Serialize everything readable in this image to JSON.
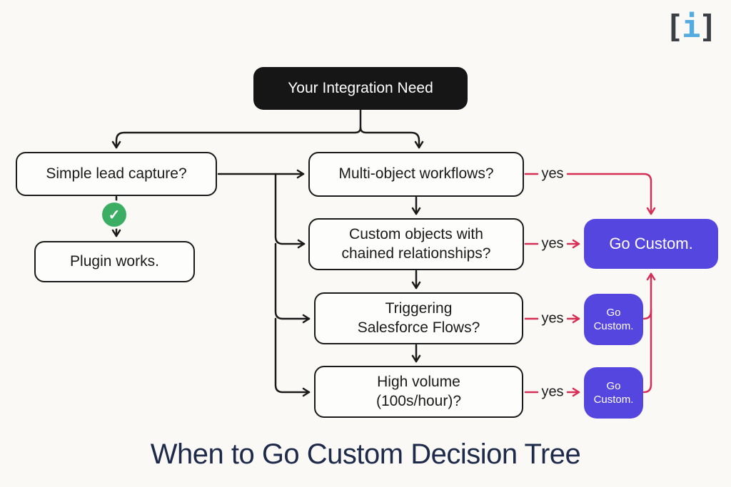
{
  "meta": {
    "title": "When to Go Custom Decision Tree",
    "background_color": "#faf9f5",
    "title_color": "#1e2a49"
  },
  "logo": {
    "bracket_open": "[",
    "letter": "i",
    "bracket_close": "]",
    "bracket_color": "#3a4046",
    "letter_color": "#55abdf"
  },
  "colors": {
    "node_border": "#1a1a1a",
    "node_fill": "#fdfdfb",
    "root_fill": "#161616",
    "root_text": "#ffffff",
    "accent_purple": "#5646e0",
    "accent_red": "#d62e54",
    "accent_green": "#3bae63"
  },
  "nodes": {
    "root": {
      "label": "Your Integration Need"
    },
    "simple_lead": {
      "label": "Simple lead capture?"
    },
    "plugin_works": {
      "label": "Plugin works."
    },
    "multi_object": {
      "label": "Multi-object workflows?"
    },
    "custom_objects": {
      "label": "Custom objects with\nchained relationships?"
    },
    "triggering_flows": {
      "label": "Triggering\nSalesforce Flows?"
    },
    "high_volume": {
      "label": "High volume\n(100s/hour)?"
    },
    "go_custom_main": {
      "label": "Go Custom."
    },
    "go_custom_small_1": {
      "label": "Go Custom."
    },
    "go_custom_small_2": {
      "label": "Go Custom."
    }
  },
  "edge_labels": {
    "yes1": "yes",
    "yes2": "yes",
    "yes3": "yes",
    "yes4": "yes"
  },
  "icons": {
    "check": "✓"
  }
}
